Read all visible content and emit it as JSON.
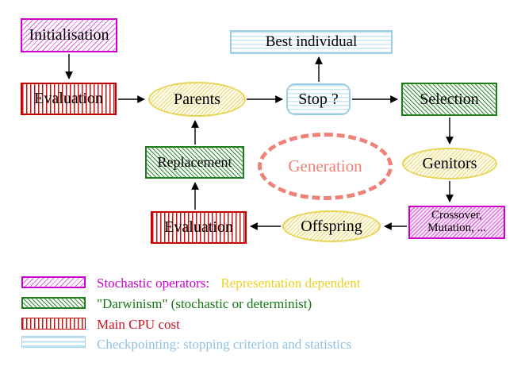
{
  "nodes": {
    "initialisation": "Initialisation",
    "evaluation_top": "Evaluation",
    "parents": "Parents",
    "best_individual": "Best individual",
    "stop": "Stop ?",
    "selection": "Selection",
    "replacement": "Replacement",
    "generation": "Generation",
    "genitors": "Genitors",
    "evaluation_bottom": "Evaluation",
    "offspring": "Offspring",
    "crossover_line1": "Crossover,",
    "crossover_line2": "Mutation, ..."
  },
  "legend": {
    "stochastic_label": "Stochastic operators:",
    "representation_label": "Representation dependent",
    "darwinism_label": "\"Darwinism\" (stochastic or determinist)",
    "cpu_label": "Main CPU cost",
    "checkpointing_label": "Checkpointing: stopping criterion and statistics"
  },
  "colors": {
    "magenta": "#cc00cc",
    "red_stripe": "#c40000",
    "cpu_text_red": "#cc1122",
    "green": "#1e7e1e",
    "yellow_ellipse_border": "#e8d455",
    "legend_yellow_text": "#eed122",
    "cyan_border": "#9ccde0",
    "legend_cyan_text": "#8fc2e2",
    "generation_salmon": "#ee8279",
    "arrow_black": "#000000"
  }
}
